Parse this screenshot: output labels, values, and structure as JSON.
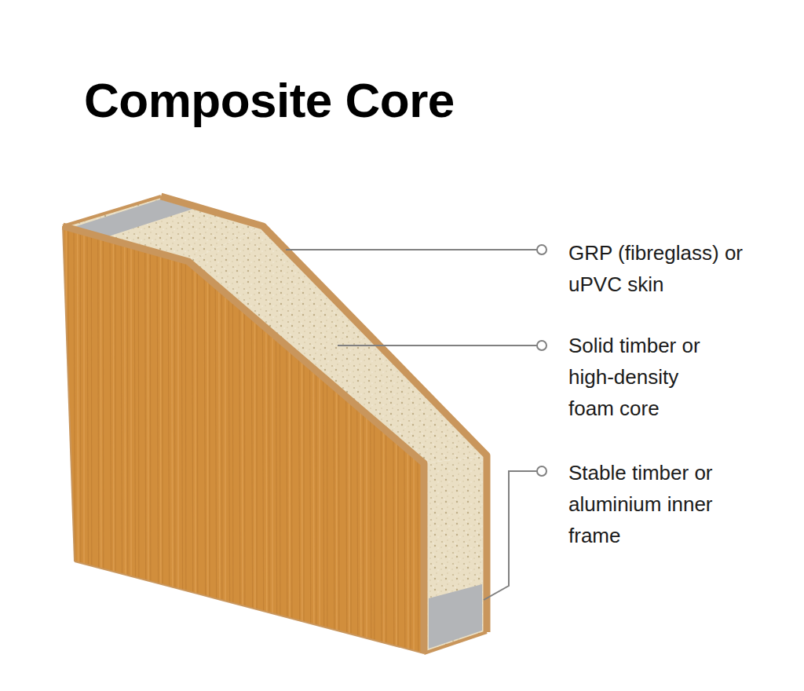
{
  "diagram": {
    "title": "Composite Core",
    "labels": [
      "GRP (fibreglass) or uPVC skin",
      "Solid timber or high-density foam core",
      "Stable timber or aluminium inner frame"
    ]
  }
}
